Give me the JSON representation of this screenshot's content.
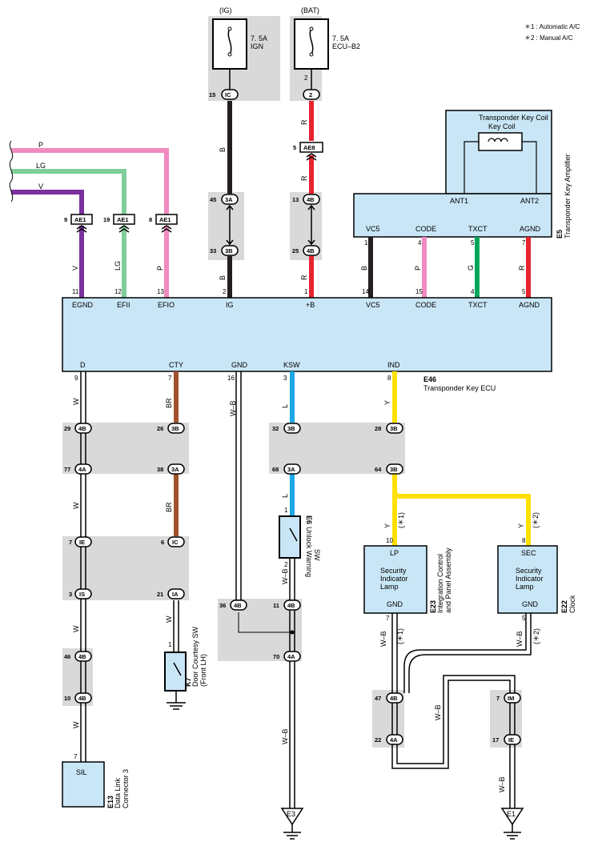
{
  "notes": [
    "＊1 : Automatic A/C",
    "＊2 : Manual A/C"
  ],
  "fuses": {
    "ig": {
      "source": "(IG)",
      "rating": "7. 5A",
      "name": "IGN"
    },
    "bat": {
      "source": "(BAT)",
      "rating": "7. 5A",
      "name": "ECU–B2"
    }
  },
  "ecu": {
    "code": "E46",
    "name": "Transponder Key ECU",
    "top_pins": [
      {
        "num": "11",
        "label": "EGND"
      },
      {
        "num": "12",
        "label": "EFII"
      },
      {
        "num": "13",
        "label": "EFIO"
      },
      {
        "num": "2",
        "label": "IG"
      },
      {
        "num": "1",
        "label": "+B"
      },
      {
        "num": "14",
        "label": "VC5"
      },
      {
        "num": "15",
        "label": "CODE"
      },
      {
        "num": "4",
        "label": "TXCT"
      },
      {
        "num": "5",
        "label": "AGND"
      }
    ],
    "bottom_pins": [
      {
        "num": "9",
        "label": "D"
      },
      {
        "num": "7",
        "label": "CTY"
      },
      {
        "num": "16",
        "label": "GND"
      },
      {
        "num": "3",
        "label": "KSW"
      },
      {
        "num": "8",
        "label": "IND"
      }
    ]
  },
  "amplifier": {
    "code": "E5",
    "name": "Transponder Key Amplifier",
    "coil_label": "Transponder Key Coil",
    "pins": [
      {
        "num": "1",
        "label": "VC5"
      },
      {
        "num": "4",
        "label": "CODE"
      },
      {
        "num": "5",
        "label": "TXCT"
      },
      {
        "num": "7",
        "label": "AGND"
      }
    ],
    "ant1": "ANT1",
    "ant2": "ANT2"
  },
  "left_wires": [
    {
      "color_code": "P",
      "pin": "8",
      "connector": "AE1",
      "color": "#f08ac0"
    },
    {
      "color_code": "LG",
      "pin": "19",
      "connector": "AE1",
      "color": "#7fce9a"
    },
    {
      "color_code": "V",
      "pin": "9",
      "connector": "AE1",
      "color": "#7b2fa0"
    }
  ],
  "wire_codes": {
    "B": "B",
    "R": "R",
    "V": "V",
    "LG": "LG",
    "P": "P",
    "G": "G",
    "W": "W",
    "BR": "BR",
    "WB": "W–B",
    "L": "L",
    "Y": "Y"
  },
  "connectors": {
    "IC": "IC",
    "2": "2",
    "AE8": "AE8",
    "AE1": "AE1",
    "3A": "3A",
    "3B": "3B",
    "4B": "4B",
    "4A": "4A",
    "IE": "IE",
    "IS": "IS",
    "IA": "IA",
    "IM": "IM"
  },
  "pins": {
    "p15": "15",
    "p2": "2",
    "p5": "5",
    "p45": "45",
    "p33": "33",
    "p13": "13",
    "p25": "25",
    "p9": "9",
    "p19": "19",
    "p8": "8",
    "p1": "1",
    "p4": "4",
    "p7": "7",
    "p29": "29",
    "p77": "77",
    "p26": "26",
    "p38": "38",
    "p32": "32",
    "p68": "68",
    "p28": "28",
    "p64": "64",
    "p6": "6",
    "p3": "3",
    "p21": "21",
    "p36": "36",
    "p11": "11",
    "p70": "70",
    "p46": "46",
    "p10": "10",
    "p47": "47",
    "p22": "22",
    "p17": "17",
    "p16": "16"
  },
  "marks": {
    "a1": "(＊1)",
    "a2": "(＊2)"
  },
  "components": {
    "e6": {
      "code": "E6",
      "name_l1": "Unlock Warning",
      "name_l2": "SW"
    },
    "k7": {
      "code": "K7",
      "name_l1": "Door Courtesy SW",
      "name_l2": "(Front LH)"
    },
    "e13": {
      "code": "E13",
      "pin_label": "SIL",
      "name_l1": "Data Link",
      "name_l2": "Connector 3"
    },
    "e23": {
      "code": "E23",
      "pin_top": "LP",
      "l1": "Security",
      "l2": "Indicator",
      "l3": "Lamp",
      "pin_bot": "GND",
      "name_l1": "Integration Control",
      "name_l2": "and Panel Assembly"
    },
    "e22": {
      "code": "E22",
      "pin_top": "SEC",
      "l1": "Security",
      "l2": "Indicator",
      "l3": "Lamp",
      "pin_bot": "GND",
      "name_l1": "Clock"
    }
  },
  "grounds": {
    "e3": "E3",
    "e1": "E1"
  },
  "colors": {
    "box": "#c8e6f6",
    "splice": "#d9d9d9",
    "black": "#231f20",
    "red": "#e8232d",
    "pink": "#f08ac0",
    "green": "#00a65a",
    "brown": "#a0522d",
    "blue": "#1ca9e6",
    "yellow": "#ffe000",
    "purple": "#7b2fa0",
    "lightgreen": "#7fce9a"
  }
}
